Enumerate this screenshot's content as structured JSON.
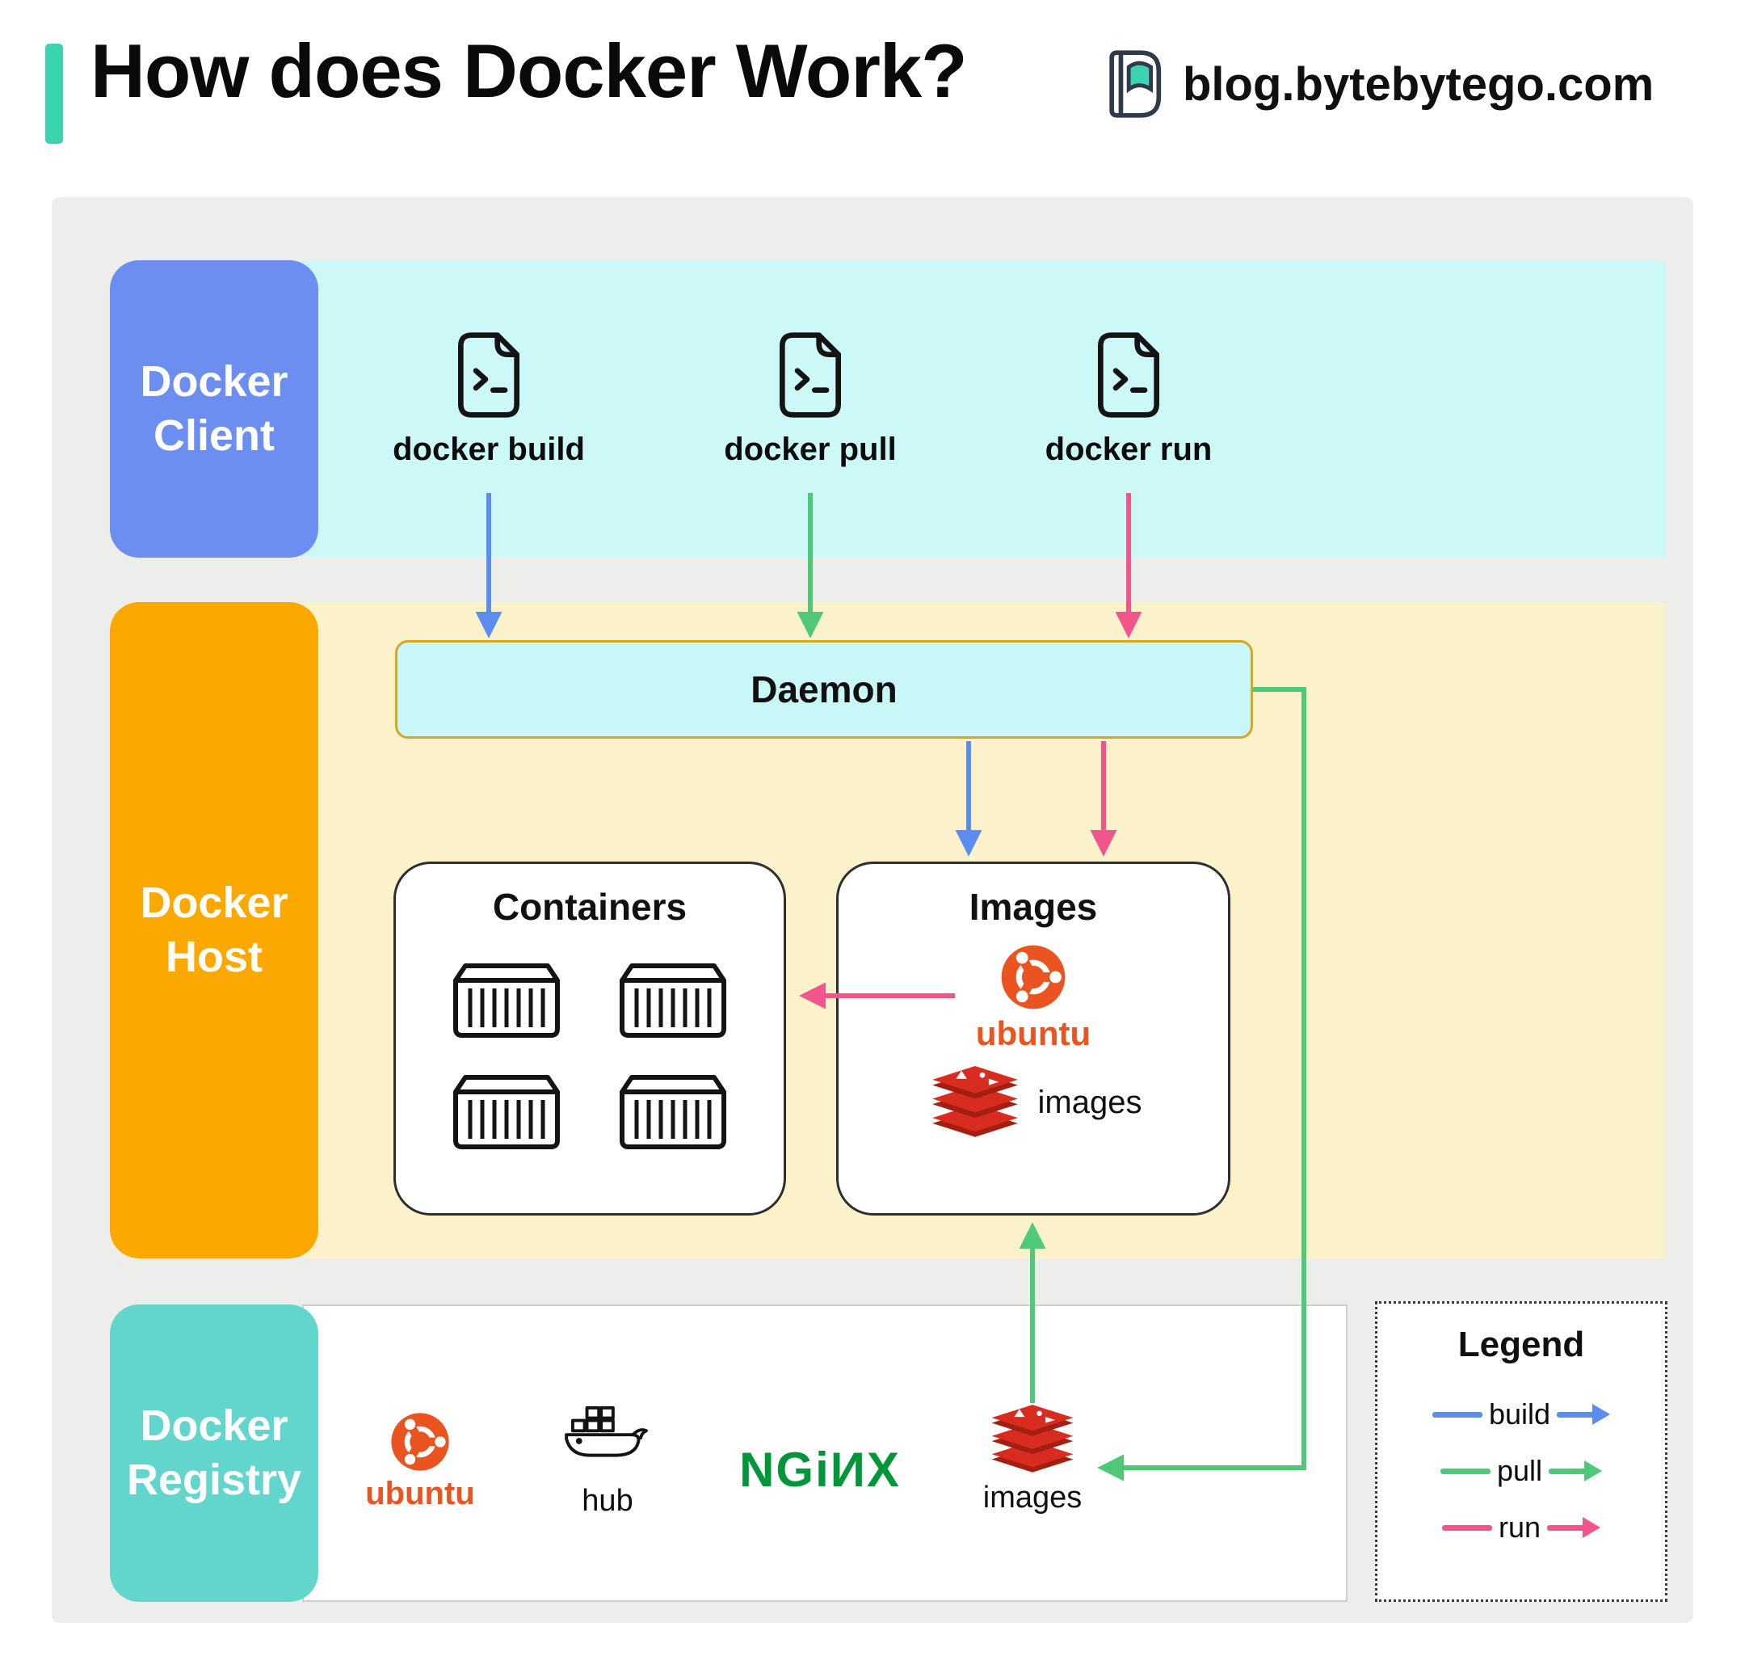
{
  "header": {
    "title": "How does Docker Work?",
    "site": "blog.bytebytego.com"
  },
  "client": {
    "label": "Docker Client",
    "commands": [
      {
        "id": "build",
        "label": "docker build"
      },
      {
        "id": "pull",
        "label": "docker pull"
      },
      {
        "id": "run",
        "label": "docker run"
      }
    ]
  },
  "host": {
    "label": "Docker Host",
    "daemon_label": "Daemon",
    "containers": {
      "title": "Containers"
    },
    "images": {
      "title": "Images",
      "ubuntu_label": "ubuntu",
      "images_label": "images"
    }
  },
  "registry": {
    "label": "Docker Registry",
    "ubuntu_label": "ubuntu",
    "hub_label": "hub",
    "nginx_label": "NGiИX",
    "images_label": "images"
  },
  "legend": {
    "title": "Legend",
    "items": [
      {
        "label": "build",
        "color": "#5B8DEF"
      },
      {
        "label": "pull",
        "color": "#4FC878"
      },
      {
        "label": "run",
        "color": "#F2558C"
      }
    ]
  },
  "colors": {
    "accent": "#3BD4AE",
    "client_label_bg": "#6C8EF0",
    "client_panel_bg": "#CDF8F8",
    "host_label_bg": "#FBA800",
    "host_panel_bg": "#FBF2CC",
    "registry_label_bg": "#62D6CD",
    "daemon_bg": "#C9F7F7",
    "daemon_border": "#D6A625",
    "build_arrow": "#5B8DEF",
    "pull_arrow": "#4FC878",
    "run_arrow": "#F2558C",
    "ubuntu_orange": "#E95420",
    "nginx_green": "#009639",
    "redis_red": "#D82C20"
  }
}
